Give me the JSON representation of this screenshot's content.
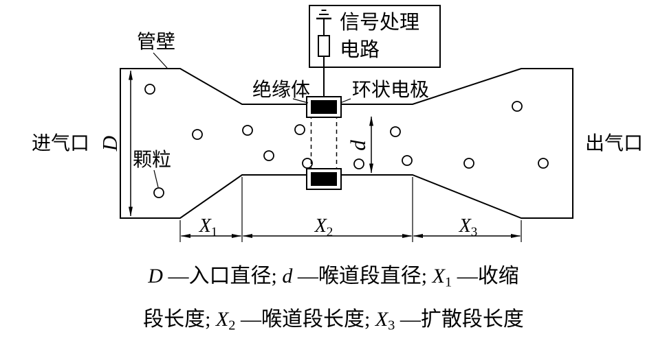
{
  "diagram": {
    "labels": {
      "pipe_wall": "管壁",
      "inlet": "进气口",
      "outlet": "出气口",
      "particle": "颗粒",
      "insulator": "绝缘体",
      "ring_electrode": "环状电极",
      "circuit_line1": "信号处理",
      "circuit_line2": "电路",
      "inlet_diameter": "D",
      "throat_diameter": "d",
      "x1_base": "X",
      "x1_sub": "1",
      "x2_base": "X",
      "x2_sub": "2",
      "x3_base": "X",
      "x3_sub": "3"
    },
    "colors": {
      "line": "#000000",
      "background": "#ffffff"
    }
  },
  "caption": {
    "line1": [
      "D",
      " —入口直径; ",
      "d",
      " —喉道段直径; ",
      "X",
      "1",
      " —收缩"
    ],
    "line2": [
      "段长度; ",
      "X",
      "2",
      " —喉道段长度; ",
      "X",
      "3",
      " —扩散段长度"
    ]
  }
}
